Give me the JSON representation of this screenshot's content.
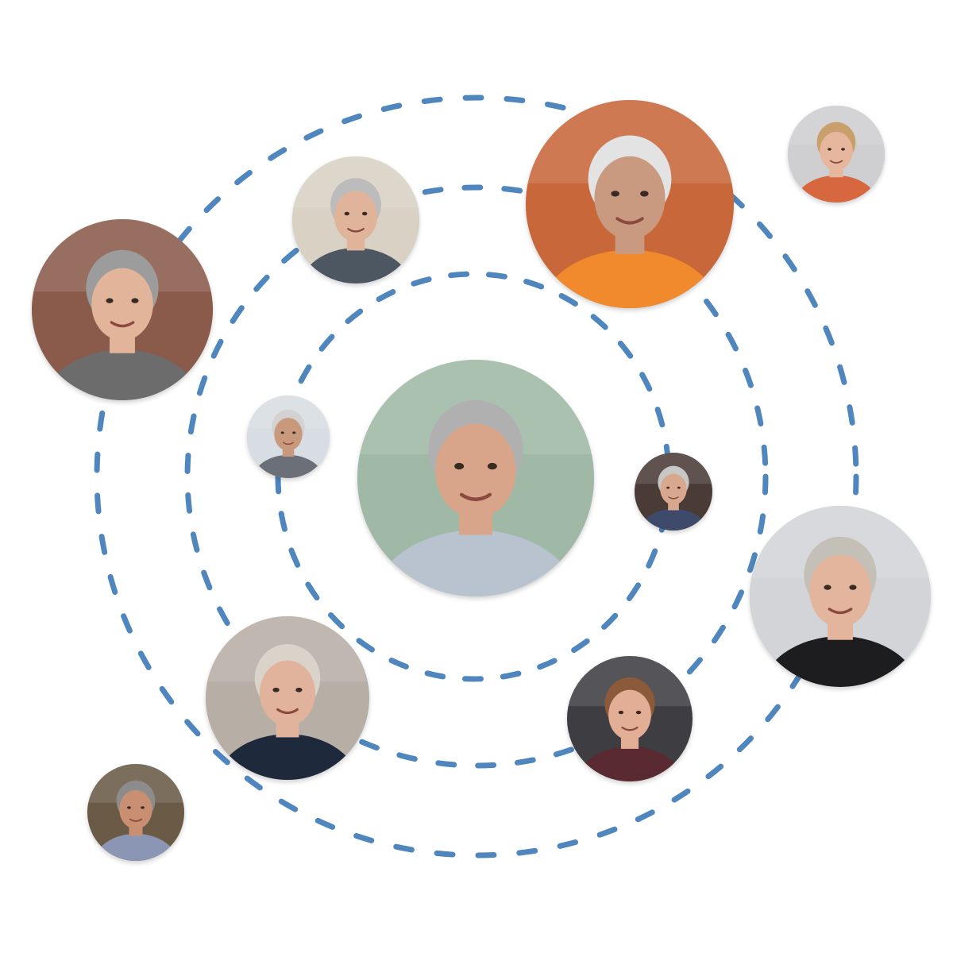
{
  "colors": {
    "ring": "#4f86bd",
    "background": "#ffffff"
  },
  "rings": [
    {
      "name": "inner-orbit-ring"
    },
    {
      "name": "middle-orbit-ring"
    },
    {
      "name": "outer-orbit-ring"
    }
  ],
  "participants": [
    {
      "name": "participant-center-man-gray-shirt",
      "bg": "#9fb9a6",
      "skin": "#d9a58a",
      "hair": "#b0b0b0",
      "shirt": "#b9c3cf"
    },
    {
      "name": "participant-man-orange-shirt-glasses",
      "bg": "#c8673a",
      "skin": "#c99a80",
      "hair": "#e3e3e3",
      "shirt": "#f08a2c"
    },
    {
      "name": "participant-woman-glasses-left",
      "bg": "#8a5a4a",
      "skin": "#e2b49a",
      "hair": "#9c9c9c",
      "shirt": "#6c6c6c"
    },
    {
      "name": "participant-man-gray-polo",
      "bg": "#d9d2c4",
      "skin": "#e0b39b",
      "hair": "#bcbcbc",
      "shirt": "#4c5762"
    },
    {
      "name": "participant-man-small-left",
      "bg": "#d8dde3",
      "skin": "#c9997e",
      "hair": "#d2d2d2",
      "shirt": "#6b6f78"
    },
    {
      "name": "participant-woman-small-right",
      "bg": "#4a3b36",
      "skin": "#d8a88e",
      "hair": "#c7c7c7",
      "shirt": "#3d4a6a"
    },
    {
      "name": "participant-woman-blonde-top-right",
      "bg": "#cfcfd2",
      "skin": "#e6b79d",
      "hair": "#c99f6b",
      "shirt": "#d6673e"
    },
    {
      "name": "participant-woman-gray-hair-right",
      "bg": "#d2d4d8",
      "skin": "#e2b59c",
      "hair": "#c4c0b8",
      "shirt": "#1d1d1f"
    },
    {
      "name": "participant-woman-car-glasses",
      "bg": "#b7aea5",
      "skin": "#e2b39c",
      "hair": "#d9d3c9",
      "shirt": "#1e2a3c"
    },
    {
      "name": "participant-woman-curly-hair",
      "bg": "#3e3e42",
      "skin": "#e2ae95",
      "hair": "#8a5a3a",
      "shirt": "#5a2a33"
    },
    {
      "name": "participant-man-bottom-left",
      "bg": "#6a5a46",
      "skin": "#c98f73",
      "hair": "#8c8c8c",
      "shirt": "#8a96b4"
    }
  ]
}
